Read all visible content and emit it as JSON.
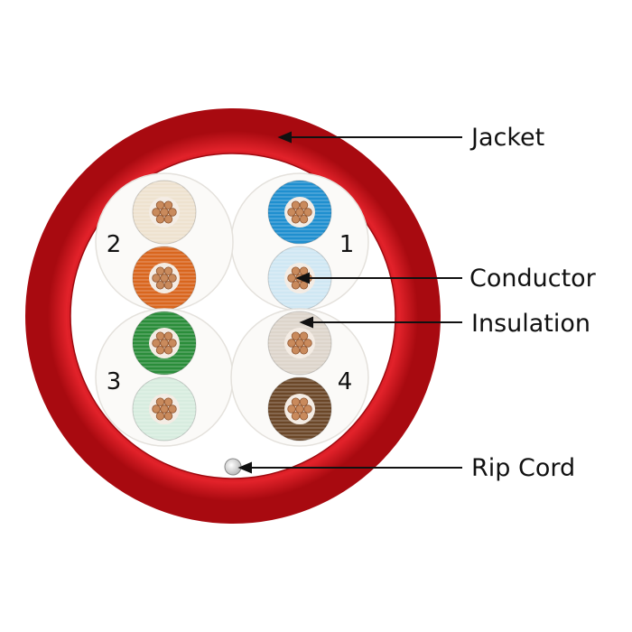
{
  "labels": {
    "jacket": "Jacket",
    "conductor": "Conductor",
    "insulation": "Insulation",
    "rip_cord": "Rip Cord"
  },
  "pairs": [
    {
      "number": "1",
      "colors": [
        "#1f8fcf",
        "#cfe7f3"
      ]
    },
    {
      "number": "2",
      "colors": [
        "#eee2cf",
        "#d9661e"
      ]
    },
    {
      "number": "3",
      "colors": [
        "#2a8d3a",
        "#d7ecdf"
      ]
    },
    {
      "number": "4",
      "colors": [
        "#ddd5cb",
        "#6b4728"
      ]
    }
  ],
  "colors": {
    "jacket": "#d8121a",
    "conductor": "#c98a5c"
  }
}
